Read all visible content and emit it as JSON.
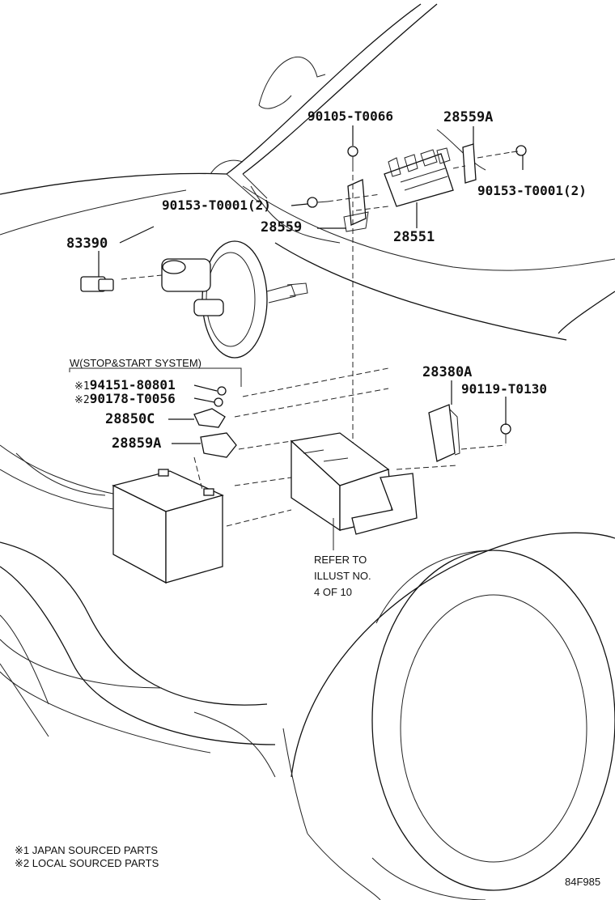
{
  "figure_code": "84F985",
  "group_heading": "W(STOP&START SYSTEM)",
  "parts": [
    {
      "id": "90105-T0066",
      "label": "90105-T0066"
    },
    {
      "id": "28559A",
      "label": "28559A"
    },
    {
      "id": "90153-T0001-right",
      "label": "90153-T0001(2)"
    },
    {
      "id": "90153-T0001-left",
      "label": "90153-T0001(2)"
    },
    {
      "id": "28559",
      "label": "28559"
    },
    {
      "id": "28551",
      "label": "28551"
    },
    {
      "id": "83390",
      "label": "83390"
    },
    {
      "id": "28380A",
      "label": "28380A"
    },
    {
      "id": "90119-T0130",
      "label": "90119-T0130"
    },
    {
      "id": "94151-80801",
      "label": "94151-80801",
      "marker": "※1"
    },
    {
      "id": "90178-T0056",
      "label": "90178-T0056",
      "marker": "※2"
    },
    {
      "id": "28850C",
      "label": "28850C"
    },
    {
      "id": "28859A",
      "label": "28859A"
    }
  ],
  "refer_note": [
    "REFER TO",
    "ILLUST NO.",
    "4 OF 10"
  ],
  "legend": [
    {
      "marker": "※1",
      "text": "JAPAN SOURCED PARTS"
    },
    {
      "marker": "※2",
      "text": "LOCAL SOURCED PARTS"
    }
  ]
}
